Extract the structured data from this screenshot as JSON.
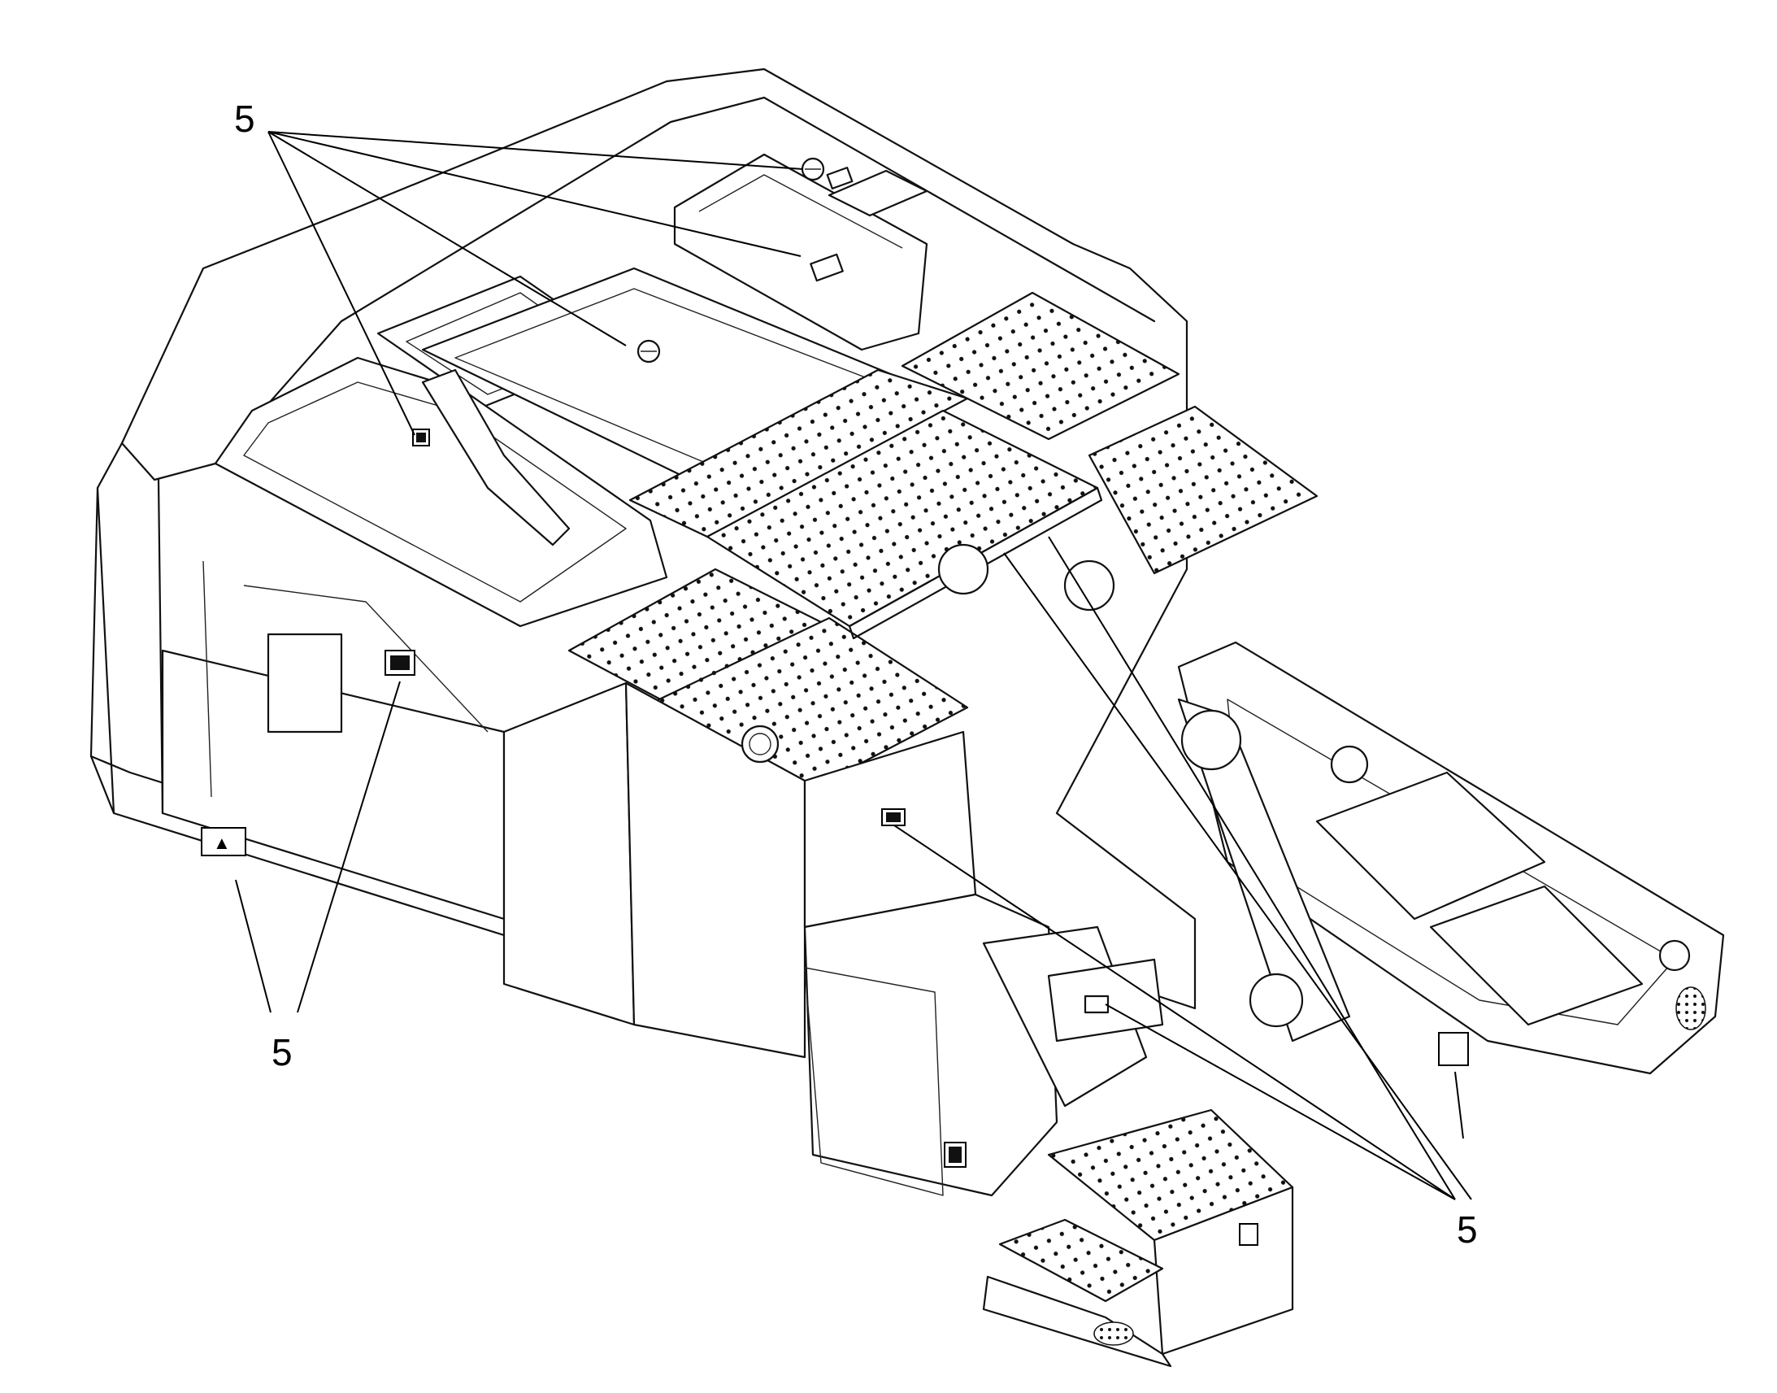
{
  "diagram": {
    "callouts": [
      "5",
      "5",
      "5",
      "5"
    ]
  },
  "colors": {
    "line": "#111111",
    "background": "#ffffff"
  }
}
